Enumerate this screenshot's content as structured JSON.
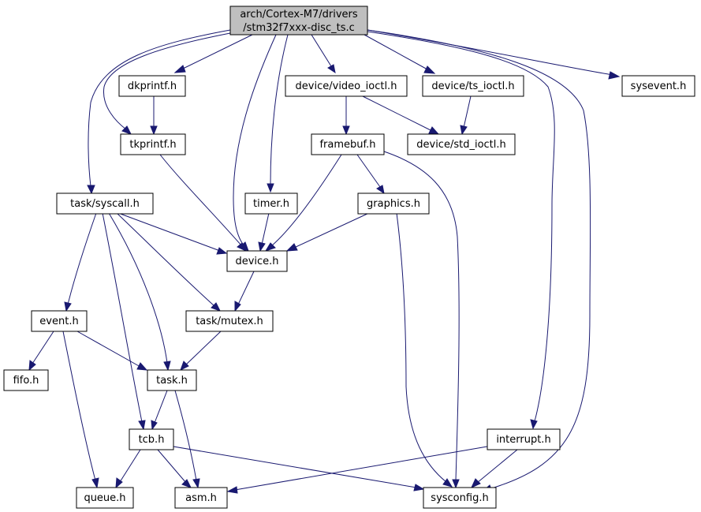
{
  "graph": {
    "root_label_line1": "arch/Cortex-M7/drivers",
    "root_label_line2": "/stm32f7xxx-disc_ts.c",
    "edge_color": "#191970",
    "root_fill": "#bfbfbf",
    "nodes": {
      "dkprintf": "dkprintf.h",
      "video_ioctl": "device/video_ioctl.h",
      "ts_ioctl": "device/ts_ioctl.h",
      "sysevent": "sysevent.h",
      "tkprintf": "tkprintf.h",
      "framebuf": "framebuf.h",
      "std_ioctl": "device/std_ioctl.h",
      "syscall": "task/syscall.h",
      "timer": "timer.h",
      "graphics": "graphics.h",
      "device": "device.h",
      "event": "event.h",
      "mutex": "task/mutex.h",
      "fifo": "fifo.h",
      "task": "task.h",
      "tcb": "tcb.h",
      "interrupt": "interrupt.h",
      "queue": "queue.h",
      "asm": "asm.h",
      "sysconfig": "sysconfig.h"
    }
  }
}
